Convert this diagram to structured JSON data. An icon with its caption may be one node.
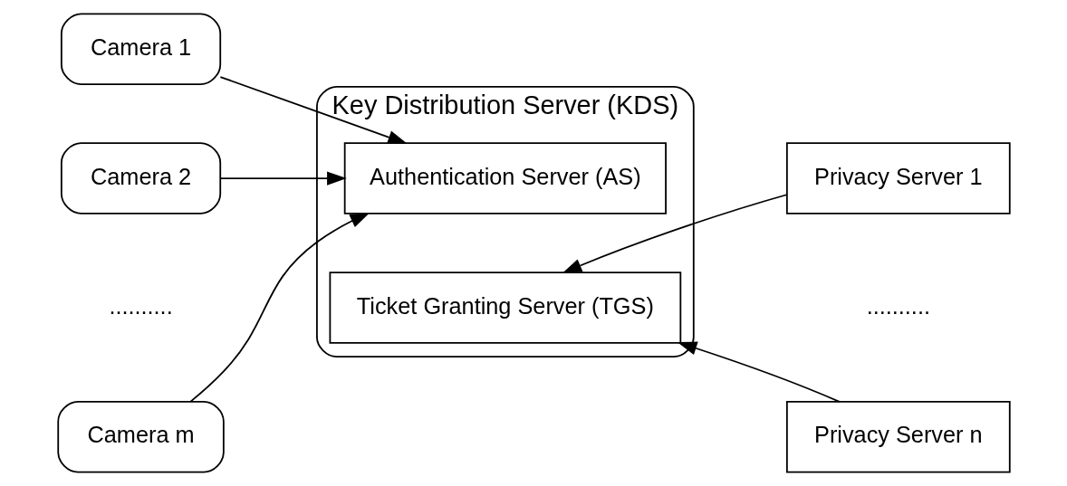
{
  "diagram": {
    "nodes": [
      {
        "text": [
          "Camera 1"
        ]
      },
      {
        "text": [
          "Camera 2"
        ]
      },
      {
        "text": [
          "Camera m"
        ]
      },
      {
        "text": [
          "Key Distribution Server (KDS)"
        ]
      },
      {
        "text": [
          "Authentication Server (AS)"
        ],
        "in": 3
      },
      {
        "text": [
          "Ticket Granting Server (TGS)"
        ],
        "in": 3
      },
      {
        "text": [
          "Privacy Server 1"
        ]
      },
      {
        "text": [
          "Privacy Server n"
        ]
      }
    ],
    "edges": [
      {
        "from": 0,
        "to": 4,
        "arrow": "to"
      },
      {
        "from": 1,
        "to": 4,
        "arrow": "to"
      },
      {
        "from": 2,
        "to": 4,
        "arrow": "to"
      },
      {
        "from": 6,
        "to": 5,
        "arrow": "to"
      },
      {
        "from": 7,
        "to": 5,
        "arrow": "to"
      }
    ],
    "labels": [
      "..........",
      ".........."
    ]
  }
}
